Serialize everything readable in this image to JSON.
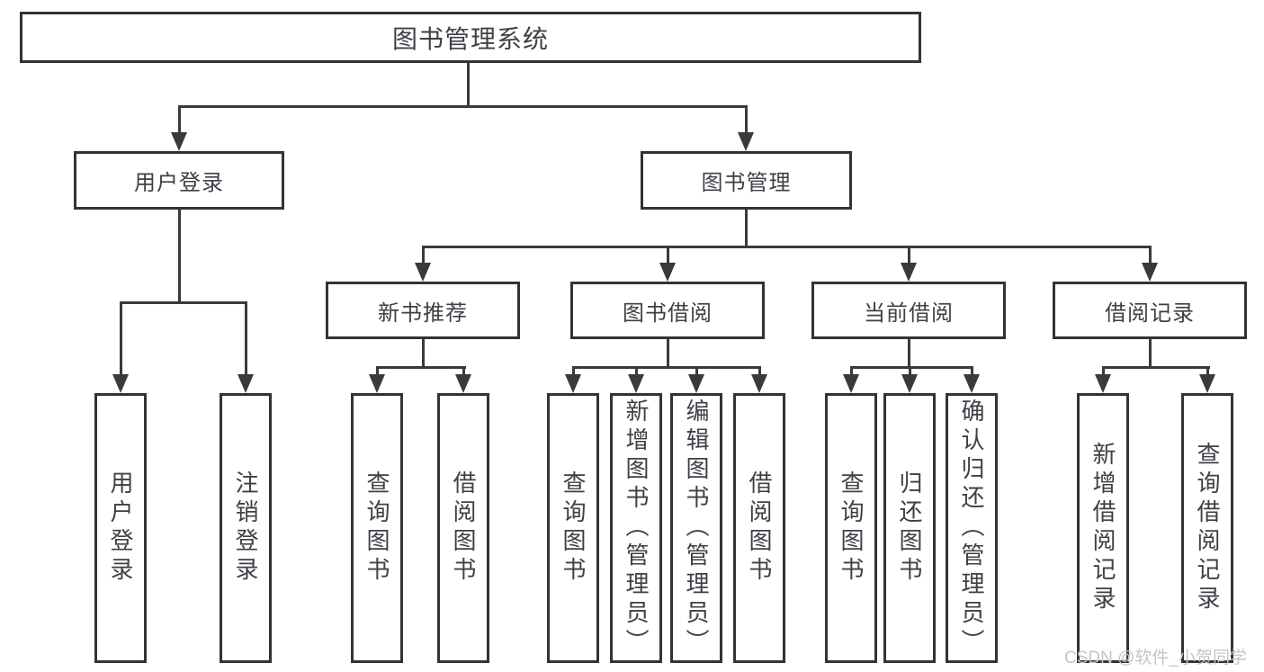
{
  "tree": {
    "root": {
      "label": "图书管理系统"
    },
    "branches": [
      {
        "label": "用户登录",
        "children": [
          {
            "label": "用户登录"
          },
          {
            "label": "注销登录"
          }
        ]
      },
      {
        "label": "图书管理",
        "groups": [
          {
            "label": "新书推荐",
            "children": [
              {
                "label": "查询图书"
              },
              {
                "label": "借阅图书"
              }
            ]
          },
          {
            "label": "图书借阅",
            "children": [
              {
                "label": "查询图书"
              },
              {
                "label": "新增图书（管理员）"
              },
              {
                "label": "编辑图书（管理员）"
              },
              {
                "label": "借阅图书"
              }
            ]
          },
          {
            "label": "当前借阅",
            "children": [
              {
                "label": "查询图书"
              },
              {
                "label": "归还图书"
              },
              {
                "label": "确认归还（管理员）"
              }
            ]
          },
          {
            "label": "借阅记录",
            "children": [
              {
                "label": "新增借阅记录"
              },
              {
                "label": "查询借阅记录"
              }
            ]
          }
        ]
      }
    ]
  },
  "watermark": {
    "text": "CSDN @软件_小贺同学"
  },
  "colors": {
    "line": "#3a3a3a",
    "box_border": "#333333",
    "text": "#3f3f46",
    "watermark": "#c5c5c5",
    "background": "#ffffff"
  }
}
